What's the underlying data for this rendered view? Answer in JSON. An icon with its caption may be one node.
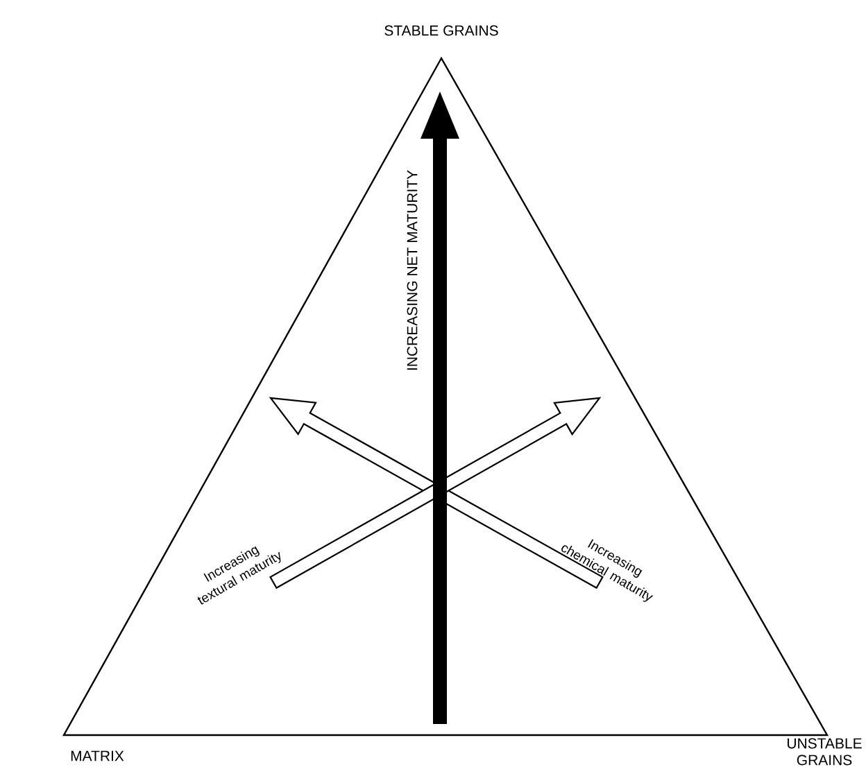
{
  "diagram": {
    "labels": [
      "STABLE GRAINS",
      "INCREASING NET MATURITY",
      "Increasing textural maturity",
      "Increasing chemical maturity",
      "MATRIX",
      "UNSTABLE GRAINS"
    ]
  }
}
